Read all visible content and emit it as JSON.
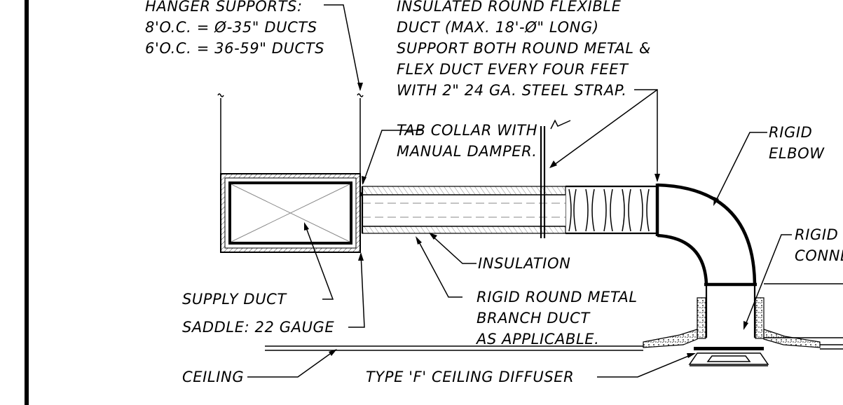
{
  "labels": {
    "hanger_1": "HANGER SUPPORTS:",
    "hanger_2": "8'O.C. = Ø-35\" DUCTS",
    "hanger_3": "6'O.C. = 36-59\" DUCTS",
    "flex_1": "INSULATED ROUND FLEXIBLE",
    "flex_2": "DUCT (MAX. 18'-Ø\" LONG)",
    "flex_3": "SUPPORT BOTH ROUND METAL &",
    "flex_4": "FLEX DUCT EVERY FOUR FEET",
    "flex_5": "WITH 2\" 24 GA. STEEL STRAP.",
    "tab_1": "TAB COLLAR WITH",
    "tab_2": "MANUAL DAMPER.",
    "rigid_elbow_1": "RIGID",
    "rigid_elbow_2": "ELBOW",
    "rigid_conn_1": "RIGID",
    "rigid_conn_2": "CONNE",
    "insulation": "INSULATION",
    "branch_1": "RIGID ROUND METAL",
    "branch_2": "BRANCH DUCT",
    "branch_3": "AS APPLICABLE.",
    "supply_duct": "SUPPLY DUCT",
    "saddle": "SADDLE: 22 GAUGE",
    "ceiling": "CEILING",
    "diffuser": "TYPE 'F' CEILING DIFFUSER"
  }
}
